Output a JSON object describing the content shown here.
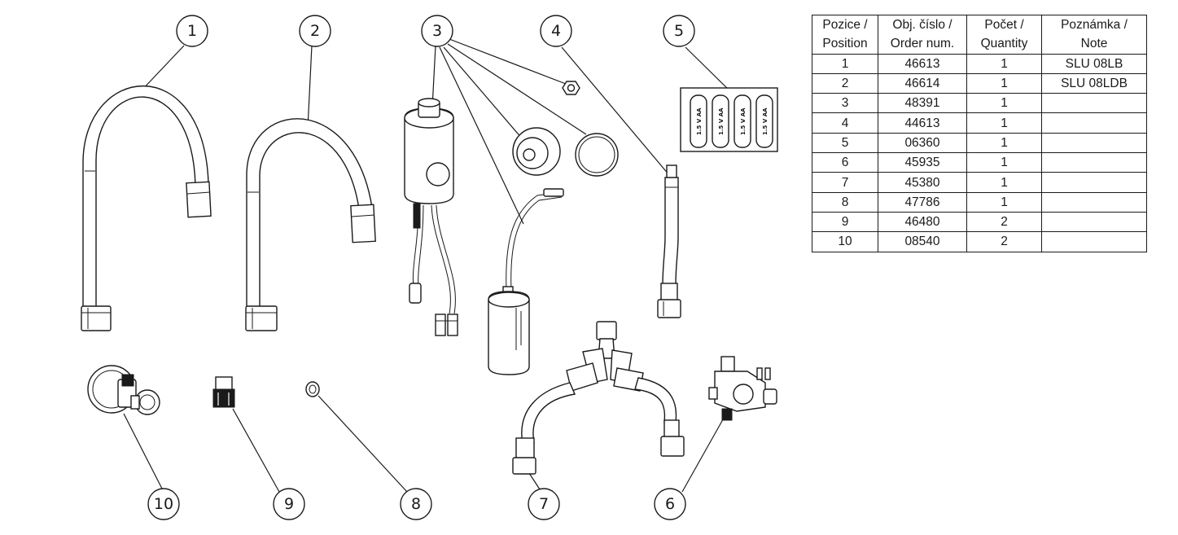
{
  "callouts": [
    "1",
    "2",
    "3",
    "4",
    "5",
    "6",
    "7",
    "8",
    "9",
    "10"
  ],
  "battery_label": "1.5 V AA",
  "table": {
    "headers": [
      {
        "line1": "Pozice /",
        "line2": "Position"
      },
      {
        "line1": "Obj. číslo /",
        "line2": "Order num."
      },
      {
        "line1": "Počet /",
        "line2": "Quantity"
      },
      {
        "line1": "Poznámka /",
        "line2": "Note"
      }
    ],
    "rows": [
      {
        "position": "1",
        "order": "46613",
        "qty": "1",
        "note": "SLU 08LB"
      },
      {
        "position": "2",
        "order": "46614",
        "qty": "1",
        "note": "SLU 08LDB"
      },
      {
        "position": "3",
        "order": "48391",
        "qty": "1",
        "note": ""
      },
      {
        "position": "4",
        "order": "44613",
        "qty": "1",
        "note": ""
      },
      {
        "position": "5",
        "order": "06360",
        "qty": "1",
        "note": ""
      },
      {
        "position": "6",
        "order": "45935",
        "qty": "1",
        "note": ""
      },
      {
        "position": "7",
        "order": "45380",
        "qty": "1",
        "note": ""
      },
      {
        "position": "8",
        "order": "47786",
        "qty": "1",
        "note": ""
      },
      {
        "position": "9",
        "order": "46480",
        "qty": "2",
        "note": ""
      },
      {
        "position": "10",
        "order": "08540",
        "qty": "2",
        "note": ""
      }
    ]
  }
}
